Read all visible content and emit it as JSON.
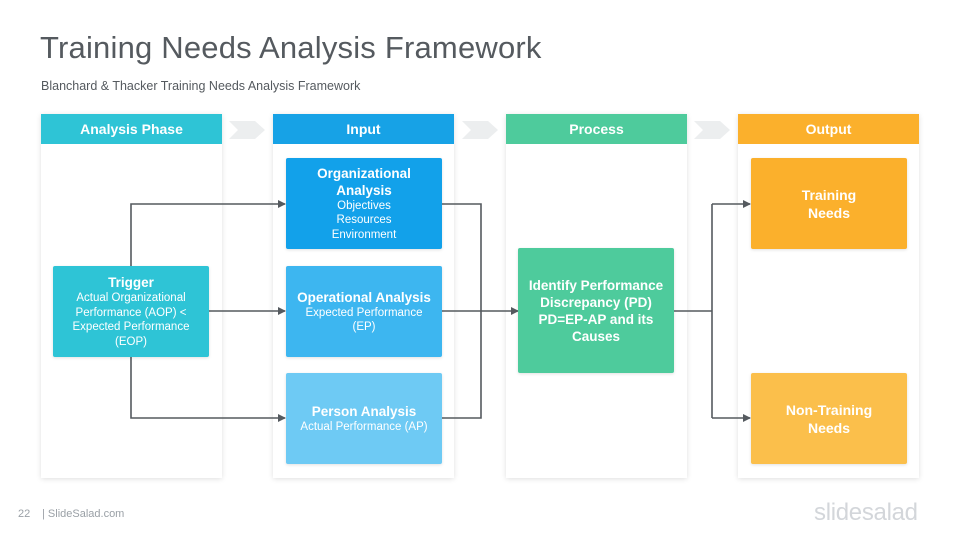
{
  "slide": {
    "title": "Training Needs Analysis Framework",
    "subtitle": "Blanchard  & Thacker Training Needs Analysis Framework",
    "page_number": "22",
    "footer_link": "| SlideSalad.com",
    "logo_text": "slidesalad"
  },
  "columns": [
    {
      "header": "Analysis Phase",
      "color": "#2ec4d6"
    },
    {
      "header": "Input",
      "color": "#17a2e6"
    },
    {
      "header": "Process",
      "color": "#4ecb9c"
    },
    {
      "header": "Output",
      "color": "#fbb02c"
    }
  ],
  "boxes": {
    "trigger": {
      "title": "Trigger",
      "body": [
        "Actual Organizational",
        "Performance (AOP) <",
        "Expected Performance",
        "(EOP)"
      ],
      "color": "#2ec4d6"
    },
    "organizational": {
      "title": [
        "Organizational",
        "Analysis"
      ],
      "body": [
        "Objectives",
        "Resources",
        "Environment"
      ],
      "color": "#12a1ea"
    },
    "operational": {
      "title": "Operational Analysis",
      "body": [
        "Expected Performance",
        "(EP)"
      ],
      "color": "#3db6f0"
    },
    "person": {
      "title": "Person Analysis",
      "body": [
        "Actual Performance (AP)"
      ],
      "color": "#6ecaf4"
    },
    "process": {
      "lines": [
        "Identify Performance",
        "Discrepancy (PD)",
        "PD=EP-AP  and its",
        "Causes"
      ],
      "color": "#4ecb9c"
    },
    "training": {
      "lines": [
        "Training",
        "Needs"
      ],
      "color": "#fbb02c"
    },
    "non_training": {
      "lines": [
        "Non-Training",
        "Needs"
      ],
      "color": "#fbbf4b"
    }
  },
  "colors": {
    "connector": "#555a5f",
    "chevron": "#eceeef",
    "title_text": "#555a5f"
  }
}
